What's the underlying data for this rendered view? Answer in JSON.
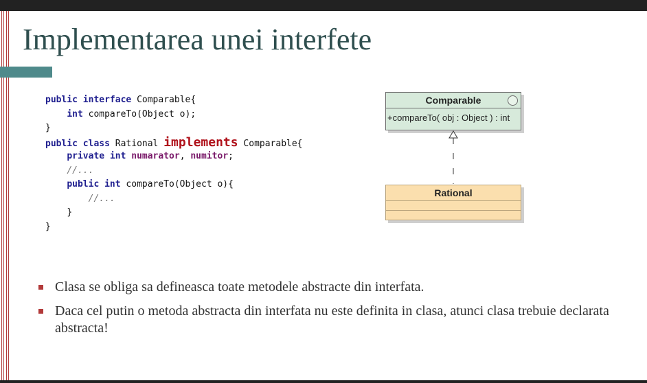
{
  "slide": {
    "title": "Implementarea unei interfete"
  },
  "code": {
    "line1": {
      "kw1": "public",
      "kw2": "interface",
      "rest": " Comparable{"
    },
    "line2": {
      "kw": "int",
      "rest": " compareTo(Object o);"
    },
    "line3": "}",
    "line4": {
      "kw1": "public",
      "kw2": "class",
      "mid": " Rational ",
      "implements": "implements",
      "rest": " Comparable{"
    },
    "line5": {
      "kw1": "private",
      "kw2": "int",
      "f1": "numarator",
      "sep": ", ",
      "f2": "numitor",
      "end": ";"
    },
    "line6": "//...",
    "line7": {
      "kw1": "public",
      "kw2": "int",
      "rest": " compareTo(Object o){"
    },
    "line8": "//...",
    "line9": "}",
    "line10": "}"
  },
  "uml": {
    "interface_name": "Comparable",
    "interface_operation": "+compareTo( obj : Object ) : int",
    "class_name": "Rational"
  },
  "bullets": [
    "Clasa se obliga sa defineasca toate metodele abstracte din interfata.",
    "Daca cel putin o metoda abstracta din interfata nu este definita in clasa, atunci clasa trebuie declarata abstracta!"
  ],
  "colors": {
    "title": "#2f4f4f",
    "accent": "#4f8a8b",
    "bullet": "#b23a3a",
    "interface_fill": "#d7eadb",
    "class_fill": "#fbdfae",
    "implements_keyword": "#b0121b"
  }
}
